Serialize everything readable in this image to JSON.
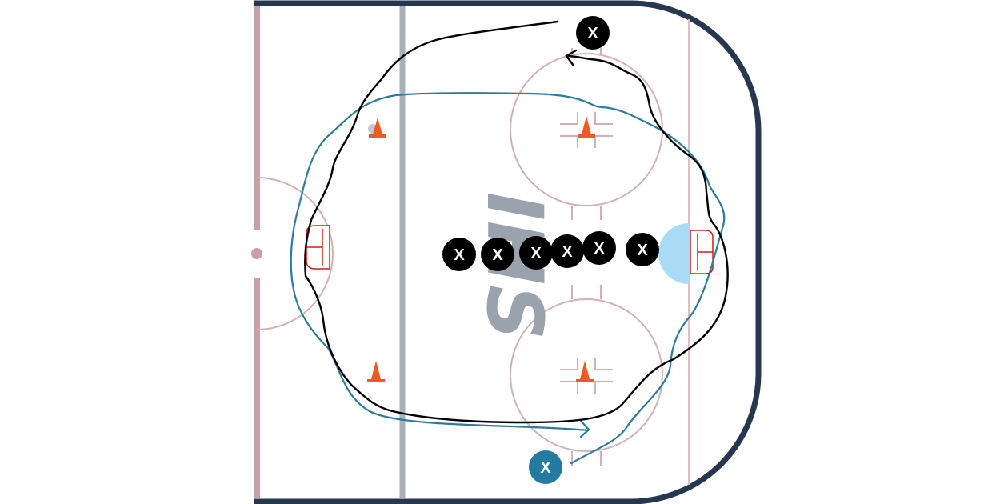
{
  "rink": {
    "board_color": "#26384f",
    "red_line_color": "#c9a0a4",
    "blue_line_color": "#a8b0ba",
    "circle_color": "#d2b0b3",
    "crease_color": "#a9dcf4",
    "net_color": "#cc1f1f"
  },
  "logo": {
    "text": "IHS"
  },
  "cone_color": "#f05a22",
  "black_player_color": "#000000",
  "blue_player_color": "#237ba0",
  "black_path_color": "#000000",
  "blue_path_color": "#2b7b9c",
  "players": {
    "top": "X",
    "line": [
      "X",
      "X",
      "X",
      "X",
      "X",
      "X"
    ],
    "blue": "X"
  }
}
